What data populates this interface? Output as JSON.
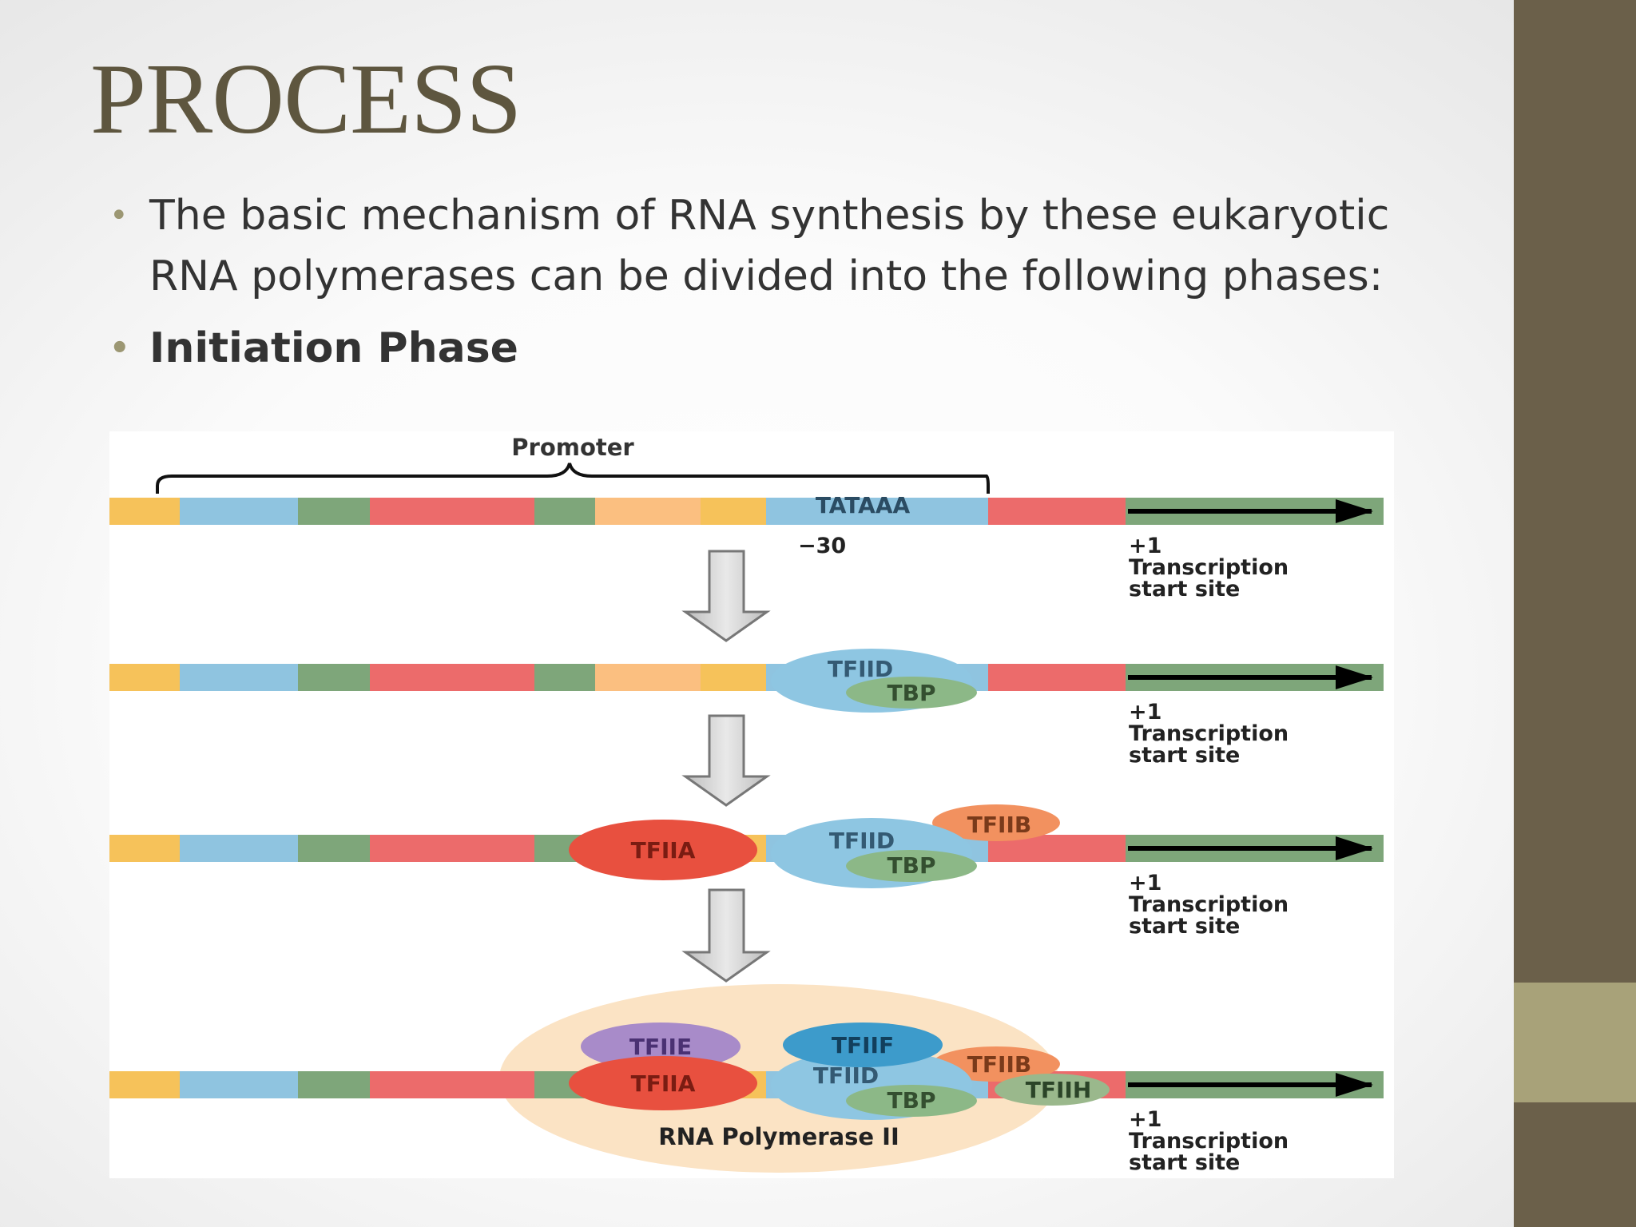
{
  "slide": {
    "title": "PROCESS",
    "bullets": [
      "The basic mechanism of RNA synthesis by these eukaryotic RNA polymerases can be divided into the following phases:",
      "Initiation Phase"
    ]
  },
  "theme": {
    "title_color": "#5e563f",
    "band_color": "#6b604a",
    "band_accent_color": "#a8a279",
    "bullet_color": "#9c9773"
  },
  "diagram": {
    "promoter_label": "Promoter",
    "tata_label": "TATAAA",
    "minus30_label": "−30",
    "plus1_label": "+1",
    "tss_line1": "Transcription",
    "tss_line2": "start site",
    "tfiid": "TFIID",
    "tbp": "TBP",
    "tfiia": "TFIIA",
    "tfiib": "TFIIB",
    "tfiie": "TFIIE",
    "tfiif": "TFIIF",
    "tfiih": "TFIIH",
    "pol2": "RNA Polymerase II",
    "colors": {
      "yellow": "#f6c25a",
      "blue": "#8fc4e0",
      "green": "#7ea67a",
      "red": "#ec6b6b",
      "orange": "#fbbf80",
      "tfiid": "#8ec6e2",
      "tbp": "#8cb887",
      "tfiia": "#e8503f",
      "tfiib": "#f2915f",
      "tfiie": "#a88bc9",
      "tfiif": "#3d9bcb",
      "tfiih": "#9ab88c",
      "pol2": "#fbe3c4"
    }
  }
}
